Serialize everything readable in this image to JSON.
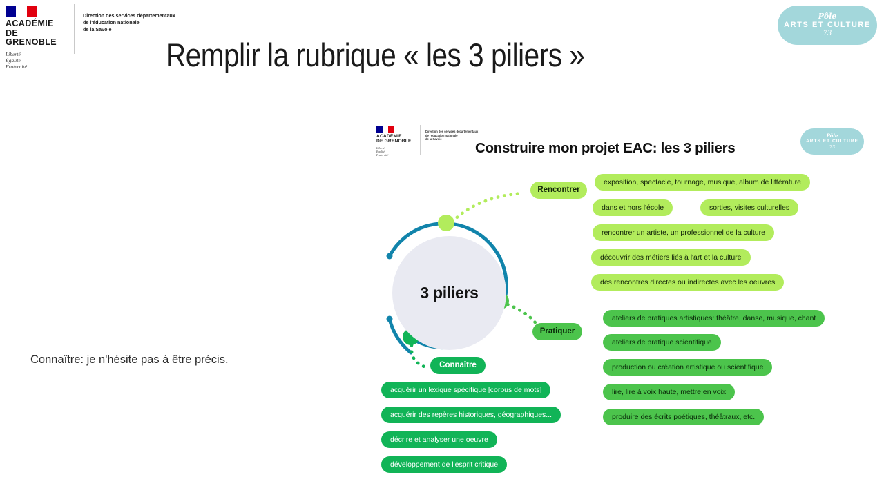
{
  "header": {
    "academy_lines": "ACADÉMIE\nDE GRENOBLE",
    "devise": "Liberté\nÉgalité\nFraternité",
    "dsden": "Direction des services départementaux\nde l'éducation nationale\nde la Savoie"
  },
  "pole_badge": {
    "script": "Pôle",
    "main": "ARTS ET CULTURE",
    "number": "73"
  },
  "main_title": "Remplir la rubrique « les 3 piliers »",
  "body_note": "Connaître: je n'hésite pas à être précis.",
  "embedded": {
    "title": "Construire mon projet EAC: les 3 piliers",
    "center_label": "3 piliers",
    "branches": [
      {
        "key": "rencontrer",
        "label": "Rencontrer",
        "color": "#b2ec5c",
        "items": [
          "exposition, spectacle, tournage, musique, album de littérature",
          "dans et hors l'école",
          "sorties, visites culturelles",
          "rencontrer un artiste, un professionnel de la culture",
          "découvrir des métiers liés à l'art et la culture",
          "des rencontres directes ou indirectes avec les oeuvres"
        ]
      },
      {
        "key": "pratiquer",
        "label": "Pratiquer",
        "color": "#4cc44c",
        "items": [
          "ateliers de pratiques artistiques: théâtre, danse, musique, chant",
          "ateliers de pratique scientifique",
          "production ou création artistique ou scientifique",
          "lire, lire à voix haute, mettre en voix",
          "produire des écrits poétiques, théâtraux, etc."
        ]
      },
      {
        "key": "connaitre",
        "label": "Connaître",
        "color": "#11b457",
        "items": [
          "acquérir un lexique spécifique [corpus de mots]",
          "acquérir des repères historiques, géographiques...",
          "décrire et analyser une oeuvre",
          "développement de l'esprit critique"
        ]
      }
    ],
    "arc_color": "#1184ab",
    "circle_fill": "#e9eaf2"
  }
}
